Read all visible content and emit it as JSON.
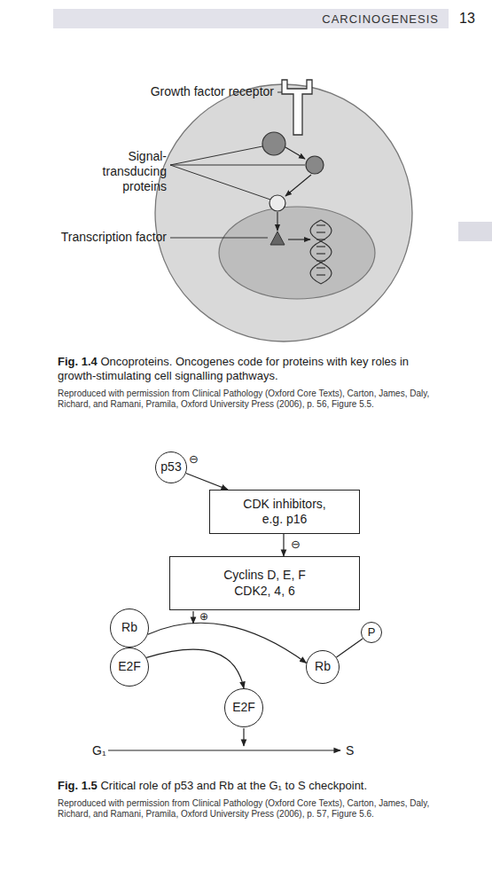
{
  "diagram": {
    "nodes": [
      {
        "text": [
          "p53"
        ]
      },
      {
        "text": [
          "CDK inhibitors,",
          "e.g. p16"
        ]
      },
      {
        "text": [
          "Cyclins D, E, F",
          "CDK2, 4, 6"
        ]
      },
      {
        "text": [
          "Rb"
        ]
      },
      {
        "text": [
          "E2F"
        ]
      },
      {
        "text": [
          "Rb"
        ]
      },
      {
        "text": [
          "P"
        ]
      },
      {
        "text": [
          "E2F"
        ]
      }
    ],
    "edges": [
      {
        "from": 0,
        "to": 1,
        "arrow": "to",
        "label": "⊖"
      },
      {
        "from": 1,
        "to": 2,
        "arrow": "to",
        "label": "⊖"
      },
      {
        "from": 3,
        "to": 5,
        "arrow": "to"
      },
      {
        "from": 4,
        "to": 7,
        "arrow": "to"
      },
      {
        "from": 5,
        "to": 6,
        "arrow": "none"
      }
    ],
    "labels": [
      "CARCINOGENESIS",
      "13",
      "Growth factor receptor",
      "Signal-transducing proteins",
      "Transcription factor",
      "Fig. 1.4",
      "Oncoproteins. Oncogenes code for proteins with key roles in growth-stimulating cell signalling pathways.",
      "Reproduced with permission from Clinical Pathology (Oxford Core Texts), Carton, James, Daly, Richard, and Ramani, Pramila, Oxford University Press (2006), p. 56, Figure 5.5.",
      "⊕",
      "G₁",
      "S",
      "Fig. 1.5",
      "Critical role of p53 and Rb at the G₁ to S checkpoint.",
      "Reproduced with permission from Clinical Pathology (Oxford Core Texts), Carton, James, Daly, Richard, and Ramani, Pramila, Oxford University Press (2006), p. 57, Figure 5.6."
    ]
  }
}
